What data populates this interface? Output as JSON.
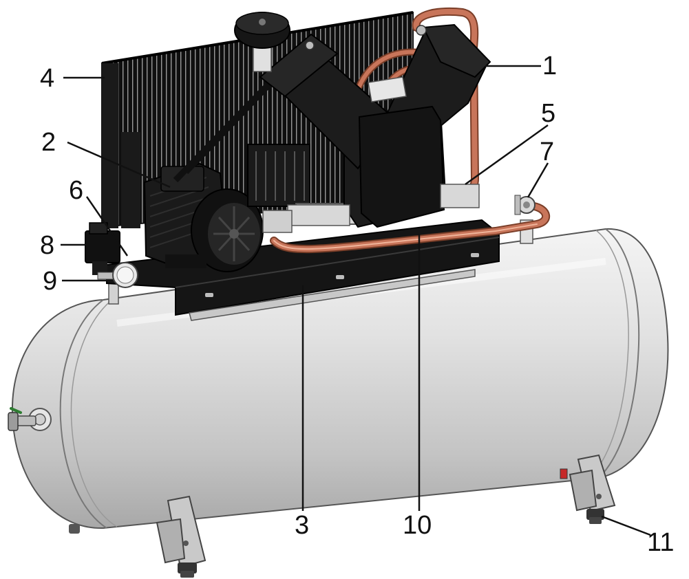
{
  "diagram": {
    "callouts": [
      {
        "id": "c1",
        "label": "1"
      },
      {
        "id": "c2",
        "label": "2"
      },
      {
        "id": "c3",
        "label": "3"
      },
      {
        "id": "c4",
        "label": "4"
      },
      {
        "id": "c5",
        "label": "5"
      },
      {
        "id": "c6",
        "label": "6"
      },
      {
        "id": "c7",
        "label": "7"
      },
      {
        "id": "c8",
        "label": "8"
      },
      {
        "id": "c9",
        "label": "9"
      },
      {
        "id": "c10",
        "label": "10"
      },
      {
        "id": "c11",
        "label": "11"
      }
    ]
  },
  "colors": {
    "tank": "#d6d6d6",
    "machine_black": "#1c1c1c",
    "copper_pipe": "#c8755a",
    "background": "#ffffff",
    "label_text": "#111111"
  }
}
